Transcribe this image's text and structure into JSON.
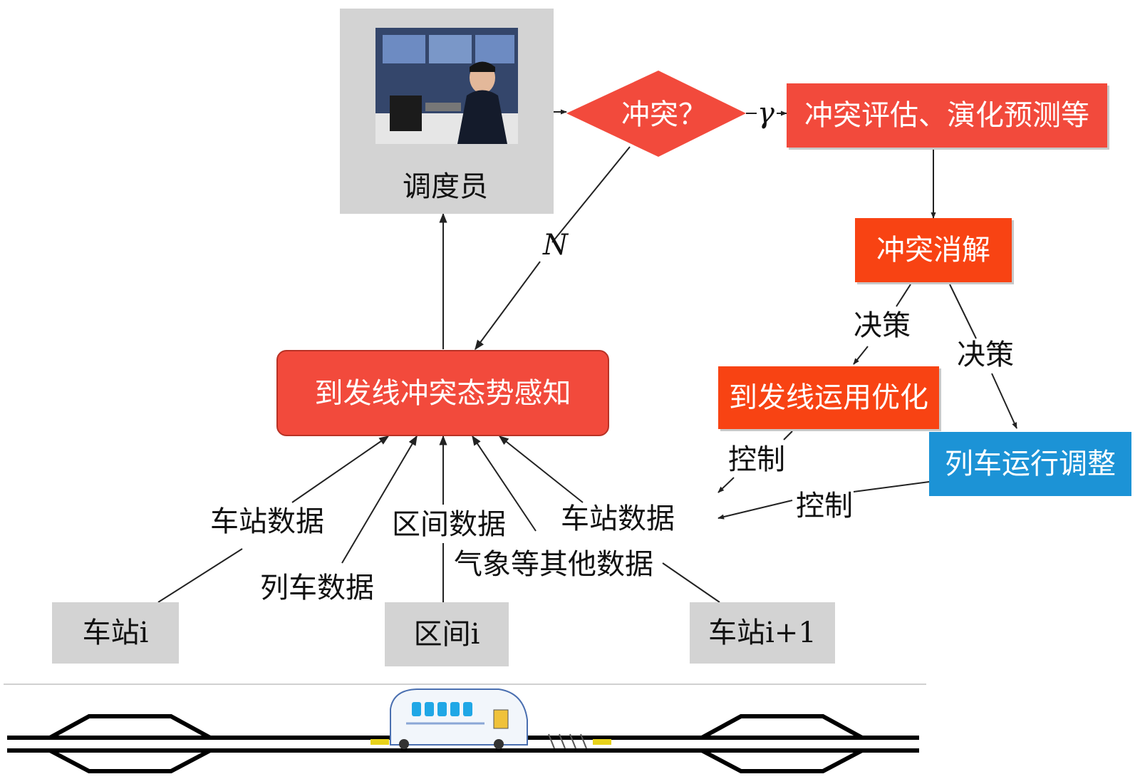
{
  "dispatcher": {
    "label": "调度员",
    "photo_icon": "dispatcher-photo"
  },
  "decision": {
    "label": "冲突？",
    "yes_label": "γ",
    "no_label": "N"
  },
  "assessment": {
    "label": "冲突评估、演化预测等"
  },
  "resolution": {
    "label": "冲突消解"
  },
  "decision_labels": {
    "left": "决策",
    "right": "决策"
  },
  "track_optimization": {
    "label": "到发线运用优化"
  },
  "train_adjustment": {
    "label": "列车运行调整"
  },
  "control_labels": {
    "left": "控制",
    "right": "控制"
  },
  "perception": {
    "label": "到发线冲突态势感知"
  },
  "data_sources": {
    "station_data_left": "车站数据",
    "train_data": "列车数据",
    "section_data": "区间数据",
    "station_data_right": "车站数据",
    "weather_data": "气象等其他数据"
  },
  "nodes": {
    "station_i": "车站i",
    "section_i": "区间i",
    "station_i_plus_1": "车站i+1"
  },
  "colors": {
    "gray": "#d3d3d3",
    "red": "#f24a3c",
    "orange": "#f84313",
    "blue": "#1c93d6"
  }
}
